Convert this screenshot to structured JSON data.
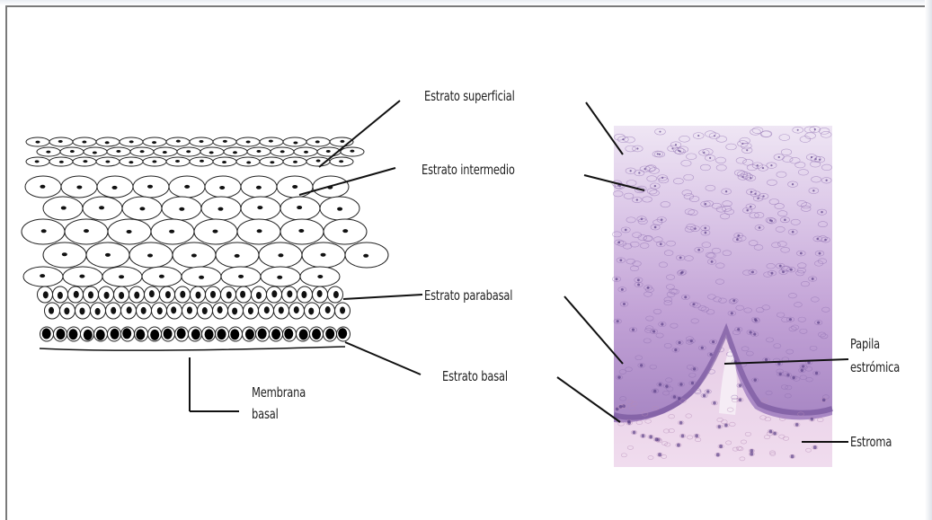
{
  "labels": {
    "superficial": "Estrato superficial",
    "intermedio": "Estrato intermedio",
    "parabasal": "Estrato parabasal",
    "basal": "Estrato basal",
    "membrana_line1": "Membrana",
    "membrana_line2": "basal",
    "papila_line1": "Papila",
    "papila_line2": "estrómica",
    "estroma": "Estroma"
  },
  "colors": {
    "frame": "#7a7a7a",
    "leader_line": "#111111",
    "histology_pink": "#c9a8d6",
    "histology_purple": "#9b7ab8",
    "stroma": "#e3c7e0"
  }
}
